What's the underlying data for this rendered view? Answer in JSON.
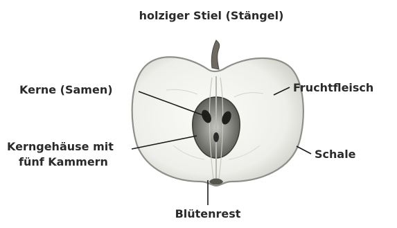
{
  "labels": {
    "stem": "holziger Stiel (Stängel)",
    "seeds": "Kerne (Samen)",
    "flesh": "Fruchtfleisch",
    "core_line1": "Kerngehäuse mit",
    "core_line2": "fünf Kammern",
    "skin": "Schale",
    "calyx": "Blütenrest"
  },
  "colors": {
    "text": "#2a2a2a",
    "line": "#1a1a1a",
    "flesh": "#f2f2ef",
    "flesh_shade": "#d9d9d4",
    "skin": "#9a9a94",
    "core_dark": "#3a3a38",
    "seed": "#1e1e1c",
    "stem": "#6e6a62"
  }
}
